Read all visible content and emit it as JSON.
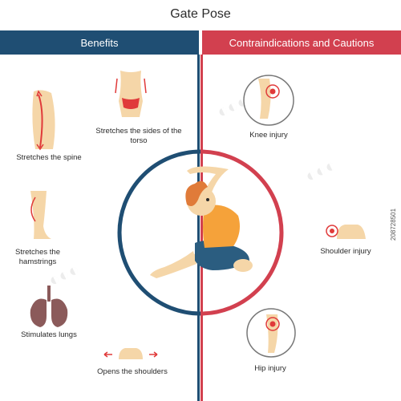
{
  "title": "Gate Pose",
  "benefits": {
    "header": "Benefits",
    "items": [
      {
        "label": "Stretches the spine",
        "icon": "spine-icon"
      },
      {
        "label": "Stretches the sides of the torso",
        "icon": "torso-icon"
      },
      {
        "label": "Stretches the hamstrings",
        "icon": "hamstring-leg-icon"
      },
      {
        "label": "Stimulates lungs",
        "icon": "lungs-icon"
      },
      {
        "label": "Opens the shoulders",
        "icon": "shoulders-icon"
      }
    ]
  },
  "contraindications": {
    "header": "Contraindications and Cautions",
    "items": [
      {
        "label": "Knee injury",
        "icon": "knee-injury-icon"
      },
      {
        "label": "Shoulder injury",
        "icon": "shoulder-injury-icon"
      },
      {
        "label": "Hip injury",
        "icon": "hip-injury-icon"
      }
    ]
  },
  "stock_id": "208728501",
  "colors": {
    "benefits": "#1f4e73",
    "cautions": "#d2404f",
    "skin": "#f5d6a8",
    "shirt": "#f5a23a",
    "shorts": "#2b5d80",
    "hair": "#e07b39",
    "pain": "#e03a3a"
  }
}
